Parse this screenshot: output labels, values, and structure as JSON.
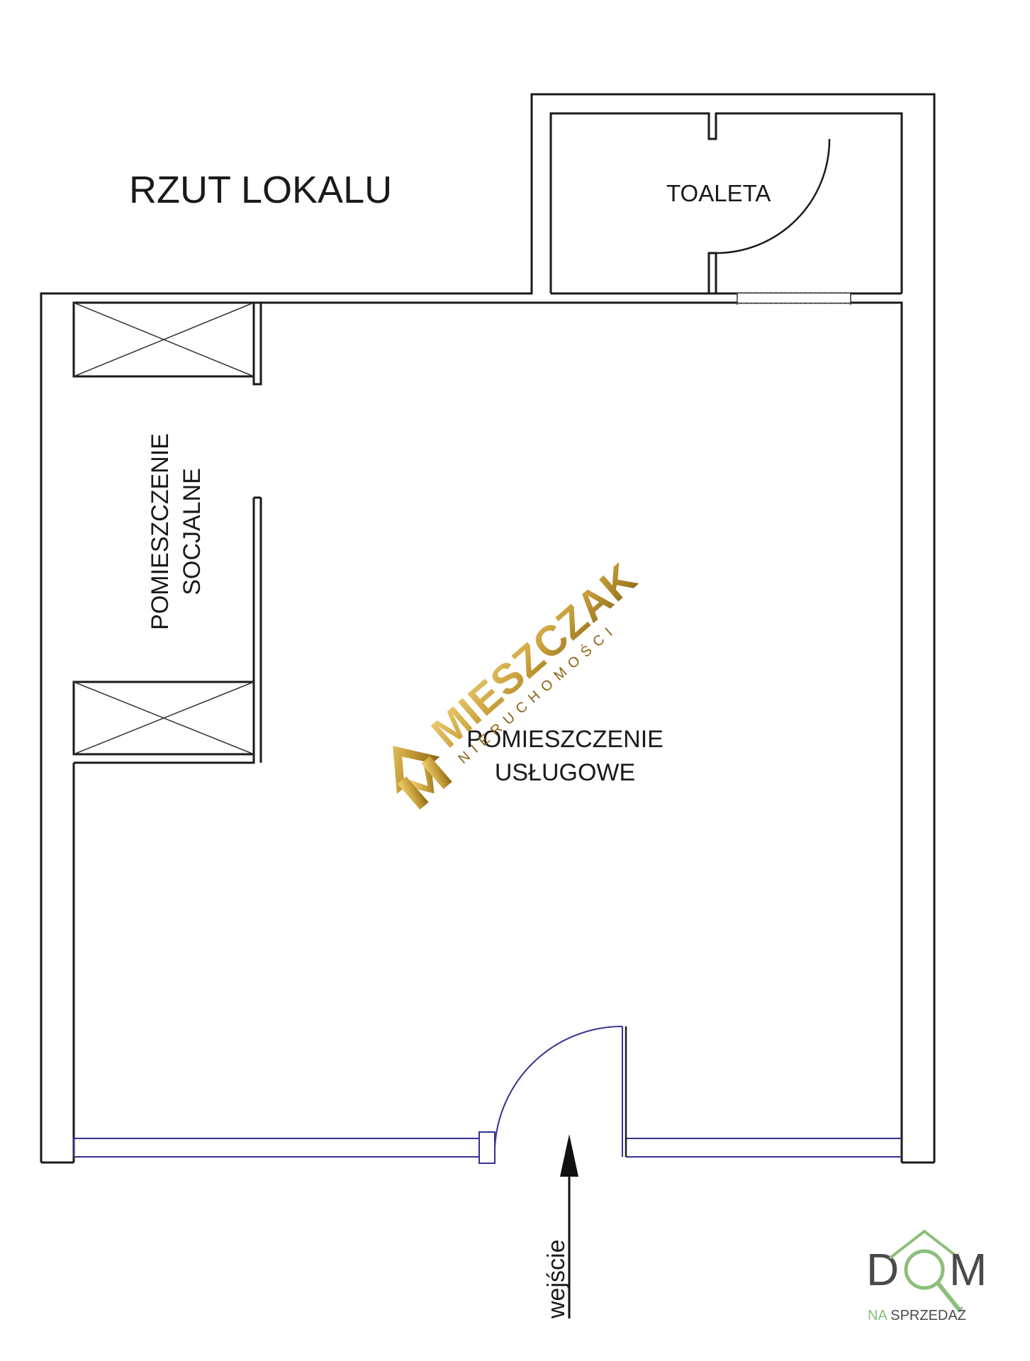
{
  "plan": {
    "title": "RZUT LOKALU",
    "rooms": {
      "toilet": "TOALETA",
      "social_line1": "POMIESZCZENIE",
      "social_line2": "SOCJALNE",
      "service_line1": "POMIESZCZENIE",
      "service_line2": "USŁUGOWE"
    },
    "entrance": "wejście"
  },
  "watermark": {
    "brand": "MIESZCZAK",
    "subtitle": "NIERUCHOMOŚCI",
    "colors": {
      "gold": "#c9a13b",
      "gold_dark": "#8a6414"
    }
  },
  "logo": {
    "text_left": "D",
    "text_right": "M",
    "tagline_part1": "NA",
    "tagline_part2": "SPRZEDAŻ",
    "colors": {
      "dark": "#4a4a4a",
      "green": "#8cbf7a"
    }
  }
}
